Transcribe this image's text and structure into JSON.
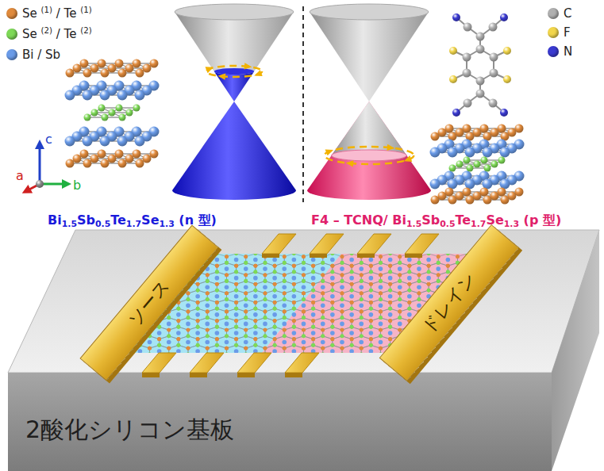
{
  "diagram": {
    "nodes": [
      {
        "text": [
          "2酸化シリコン基板"
        ]
      },
      {
        "text": [
          "ソース"
        ],
        "in": 0
      },
      {
        "text": [
          "ドレイン"
        ],
        "in": 0
      }
    ],
    "labels": [
      "c",
      "b",
      "a",
      "Bi1.5Sb0.5Te1.7Se1.3 (n 型)",
      "F4 – TCNQ/ Bi1.5Sb0.5Te1.7Se1.3 (p 型)"
    ],
    "legend": [
      {
        "text": "Se (1) / Te (1)",
        "color": "#e08a3c"
      },
      {
        "text": "Se (2) / Te (2)",
        "color": "#7ed957"
      },
      {
        "text": "Bi / Sb",
        "color": "#6a9be8"
      },
      {
        "text": "C",
        "color": "#b0b0b0"
      },
      {
        "text": "F",
        "color": "#f2d64b"
      },
      {
        "text": "N",
        "color": "#3a3ad0"
      }
    ]
  }
}
